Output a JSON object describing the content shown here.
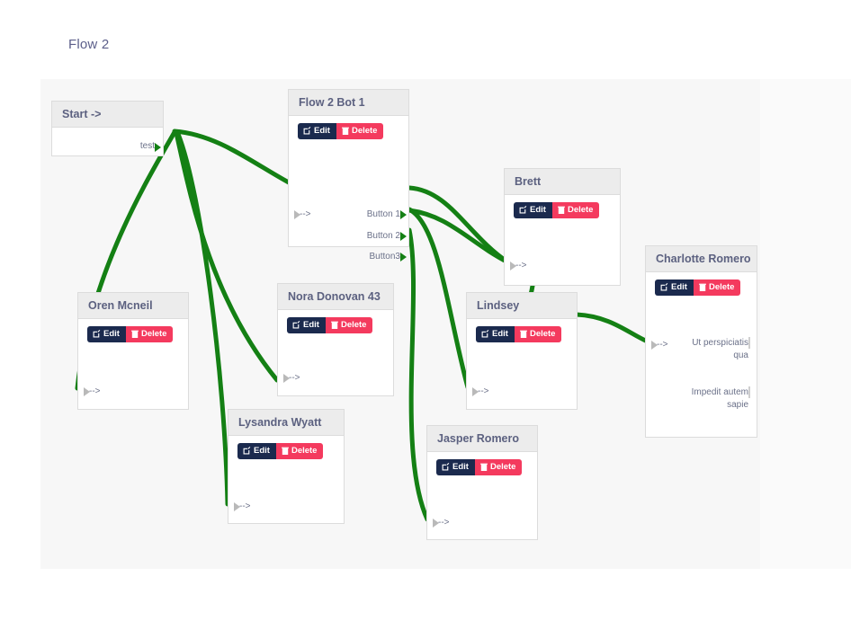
{
  "page": {
    "title": "Flow 2",
    "background_color": "#ffffff",
    "canvas_color": "#f7f7f7"
  },
  "theme": {
    "edge_color": "#148014",
    "edit_button_color": "#1b2a4e",
    "delete_button_color": "#f43a5e",
    "node_header_color": "#ececec",
    "node_border_color": "#dcdcdc",
    "title_text_color": "#5c6180"
  },
  "buttons": {
    "edit_label": "Edit",
    "delete_label": "Delete",
    "edit_icon": "pencil-square-icon",
    "delete_icon": "trash-icon"
  },
  "nodes": [
    {
      "id": "start",
      "title": "Start ->",
      "has_actions": false,
      "inputs": [],
      "outputs": [
        "test"
      ]
    },
    {
      "id": "flow-2-bot-1",
      "title": "Flow 2 Bot 1",
      "has_actions": true,
      "inputs": [
        "-->"
      ],
      "outputs": [
        "Button 1",
        "Button 2",
        "Button3"
      ]
    },
    {
      "id": "oren-mcneil",
      "title": "Oren Mcneil",
      "has_actions": true,
      "inputs": [
        "-->"
      ],
      "outputs": []
    },
    {
      "id": "nora-donovan-43",
      "title": "Nora Donovan 43",
      "has_actions": true,
      "inputs": [
        "-->"
      ],
      "outputs": []
    },
    {
      "id": "lysandra-wyatt",
      "title": "Lysandra Wyatt",
      "has_actions": true,
      "inputs": [
        "-->"
      ],
      "outputs": []
    },
    {
      "id": "brett",
      "title": "Brett",
      "has_actions": true,
      "inputs": [
        "-->"
      ],
      "outputs": []
    },
    {
      "id": "lindsey",
      "title": "Lindsey",
      "has_actions": true,
      "inputs": [
        "-->"
      ],
      "outputs": []
    },
    {
      "id": "jasper-romero",
      "title": "Jasper Romero",
      "has_actions": true,
      "inputs": [
        "-->"
      ],
      "outputs": []
    },
    {
      "id": "charlotte-romero",
      "title": "Charlotte Romero",
      "has_actions": true,
      "inputs": [
        "-->"
      ],
      "outputs": [
        "Ut perspiciatis qua",
        "Impedit autem sapie"
      ]
    }
  ],
  "edges": [
    {
      "from": "start.test",
      "to": "flow-2-bot-1.in"
    },
    {
      "from": "start.test",
      "to": "oren-mcneil.in"
    },
    {
      "from": "start.test",
      "to": "nora-donovan-43.in"
    },
    {
      "from": "start.test",
      "to": "lysandra-wyatt.in"
    },
    {
      "from": "flow-2-bot-1.Button 1",
      "to": "brett.in"
    },
    {
      "from": "flow-2-bot-1.Button 2",
      "to": "brett.in"
    },
    {
      "from": "flow-2-bot-1.Button 2",
      "to": "lindsey.in"
    },
    {
      "from": "flow-2-bot-1.Button3",
      "to": "jasper-romero.in"
    },
    {
      "from": "brett.out",
      "to": "lindsey.in"
    },
    {
      "from": "lindsey.out",
      "to": "charlotte-romero.in"
    }
  ]
}
